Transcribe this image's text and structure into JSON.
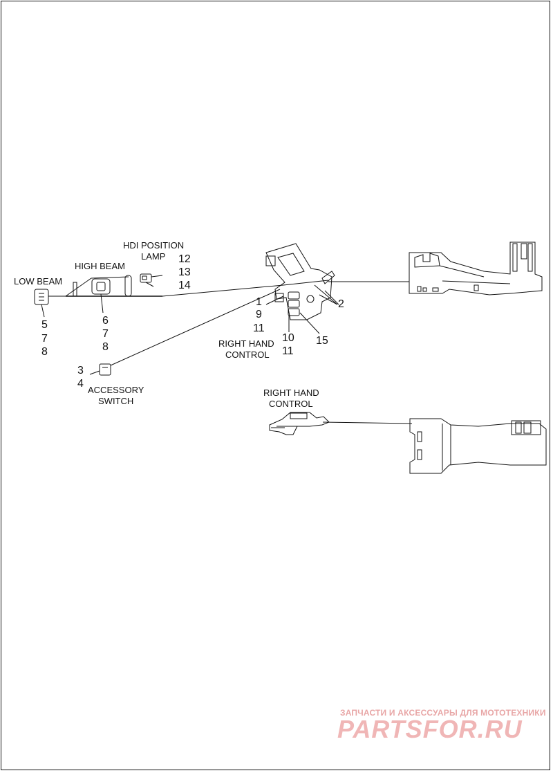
{
  "labels": {
    "low_beam": "LOW BEAM",
    "high_beam": "HIGH BEAM",
    "hdi_position_lamp_line1": "HDI POSITION",
    "hdi_position_lamp_line2": "LAMP",
    "accessory_switch_line1": "ACCESSORY",
    "accessory_switch_line2": "SWITCH",
    "right_hand_control_line1": "RIGHT HAND",
    "right_hand_control_line2": "CONTROL",
    "right_hand_control_lower_line1": "RIGHT HAND",
    "right_hand_control_lower_line2": "CONTROL"
  },
  "callouts": {
    "low_beam": [
      "5",
      "7",
      "8"
    ],
    "high_beam": [
      "6",
      "7",
      "8"
    ],
    "hdi_position_lamp": [
      "12",
      "13",
      "14"
    ],
    "accessory_switch": [
      "3",
      "4"
    ],
    "right_hand_left": [
      "1",
      "9",
      "11"
    ],
    "right_hand_bottom": [
      "10",
      "11"
    ],
    "item_2": "2",
    "item_15": "15"
  },
  "watermark": {
    "tagline": "ЗАПЧАСТИ И АКСЕССУАРЫ ДЛЯ МОТОТЕХНИКИ",
    "brand": "PARTSFOR.RU"
  }
}
